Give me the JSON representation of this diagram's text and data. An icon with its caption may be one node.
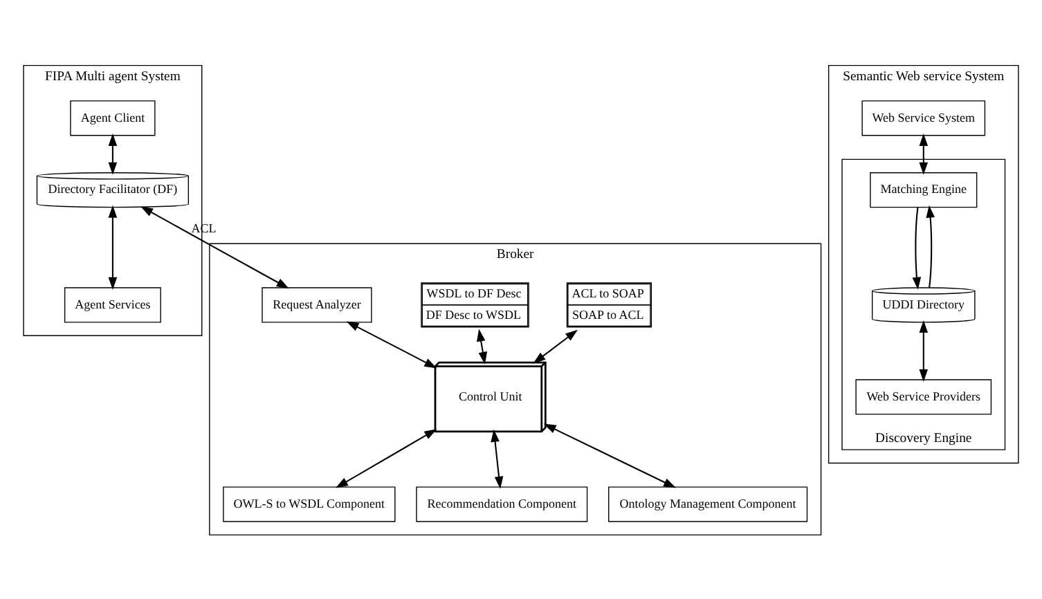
{
  "diagram": {
    "nodes": [
      {
        "text": [
          "FIPA Multi agent System"
        ]
      },
      {
        "text": [
          "Agent Client"
        ],
        "in": 0
      },
      {
        "text": [
          "Directory Facilitator (DF)"
        ],
        "in": 0
      },
      {
        "text": [
          "Agent Services"
        ],
        "in": 0
      },
      {
        "text": [
          "Broker"
        ]
      },
      {
        "text": [
          "ACL to SOAP",
          "SOAP to ACL"
        ],
        "in": 4
      },
      {
        "text": [
          "WSDL to DF Desc",
          "DF Desc to WSDL"
        ],
        "in": 4
      },
      {
        "text": [
          "Request Analyzer"
        ],
        "in": 4
      },
      {
        "text": [
          "Control Unit"
        ],
        "in": 4
      },
      {
        "text": [
          "OWL-S to WSDL Component"
        ],
        "in": 4
      },
      {
        "text": [
          "Recommendation Component"
        ],
        "in": 4
      },
      {
        "text": [
          "Ontology Management Component"
        ],
        "in": 4
      },
      {
        "text": [
          "Semantic Web service System"
        ]
      },
      {
        "text": [
          "Web Service System"
        ],
        "in": 12
      },
      {
        "text": [
          "Discovery Engine"
        ],
        "in": 12
      },
      {
        "text": [
          "Matching Engine"
        ],
        "in": 14
      },
      {
        "text": [
          "UDDI Directory"
        ],
        "in": 14
      },
      {
        "text": [
          "Web Service Providers"
        ],
        "in": 14
      }
    ],
    "edges": [
      {
        "from": 1,
        "to": 2,
        "arrow": "both"
      },
      {
        "from": 2,
        "to": 3,
        "arrow": "both"
      },
      {
        "from": 2,
        "to": 7,
        "arrow": "both",
        "label": "ACL"
      },
      {
        "from": 5,
        "to": 8,
        "arrow": "both"
      },
      {
        "from": 6,
        "to": 8,
        "arrow": "both"
      },
      {
        "from": 7,
        "to": 8,
        "arrow": "both"
      },
      {
        "from": 8,
        "to": 9,
        "arrow": "both"
      },
      {
        "from": 8,
        "to": 10,
        "arrow": "both"
      },
      {
        "from": 8,
        "to": 11,
        "arrow": "both"
      },
      {
        "from": 13,
        "to": 15,
        "arrow": "both"
      },
      {
        "from": 15,
        "to": 16,
        "arrow": "to"
      },
      {
        "from": 16,
        "to": 15,
        "arrow": "to"
      },
      {
        "from": 16,
        "to": 17,
        "arrow": "both"
      }
    ]
  }
}
